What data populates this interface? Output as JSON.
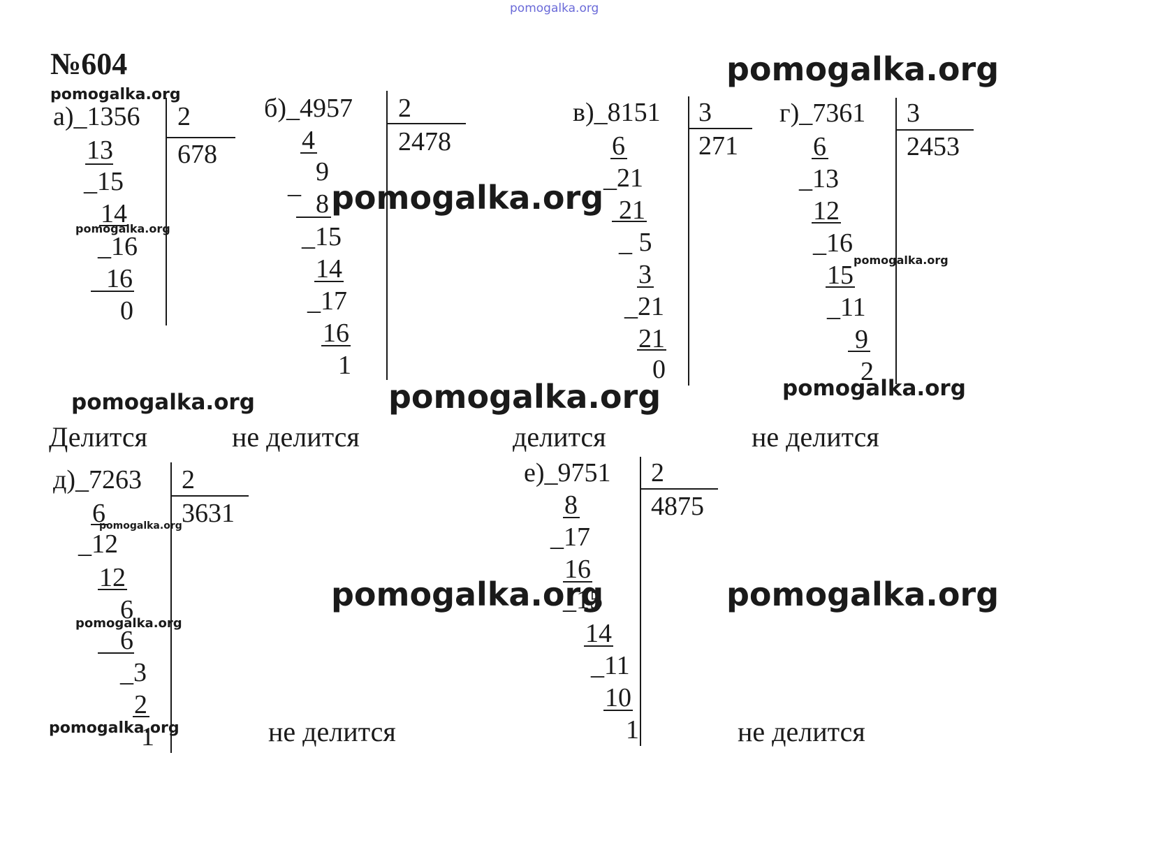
{
  "header": {
    "top_watermark": "pomogalka.org",
    "title": "№604"
  },
  "watermarks": {
    "text": "pomogalka.org"
  },
  "problems": {
    "a": {
      "label": "а)_1356",
      "divisor": "2",
      "quotient": "678",
      "steps": [
        "13",
        "_15",
        "14",
        "_16",
        "16",
        "0"
      ]
    },
    "b": {
      "label": "б)_4957",
      "divisor": "2",
      "quotient": "2478",
      "steps": [
        "4",
        "9",
        "_",
        "8",
        "_15",
        "14",
        "_17",
        "16",
        "1"
      ]
    },
    "v": {
      "label": "в)_8151",
      "divisor": "3",
      "quotient": "271",
      "steps": [
        "6",
        "_21",
        "21",
        "_ 5",
        "3",
        "_21",
        "21",
        "0"
      ]
    },
    "g": {
      "label": "г)_7361",
      "divisor": "3",
      "quotient": "2453",
      "steps": [
        "6",
        "_13",
        "12",
        "_16",
        "15",
        "_11",
        "9",
        "2"
      ]
    },
    "d": {
      "label": "д)_7263",
      "divisor": "2",
      "quotient": "3631",
      "steps": [
        "6",
        "_12",
        "12",
        "6",
        "6",
        "_3",
        "2",
        "1"
      ]
    },
    "e": {
      "label": "е)_9751",
      "divisor": "2",
      "quotient": "4875",
      "steps": [
        "8",
        "_17",
        "16",
        "_15",
        "14",
        "_11",
        "10",
        "1"
      ]
    }
  },
  "verdicts": {
    "a": "Делится",
    "b": "не делится",
    "v": "делится",
    "g": "не делится",
    "d": "не делится",
    "e": "не делится"
  }
}
